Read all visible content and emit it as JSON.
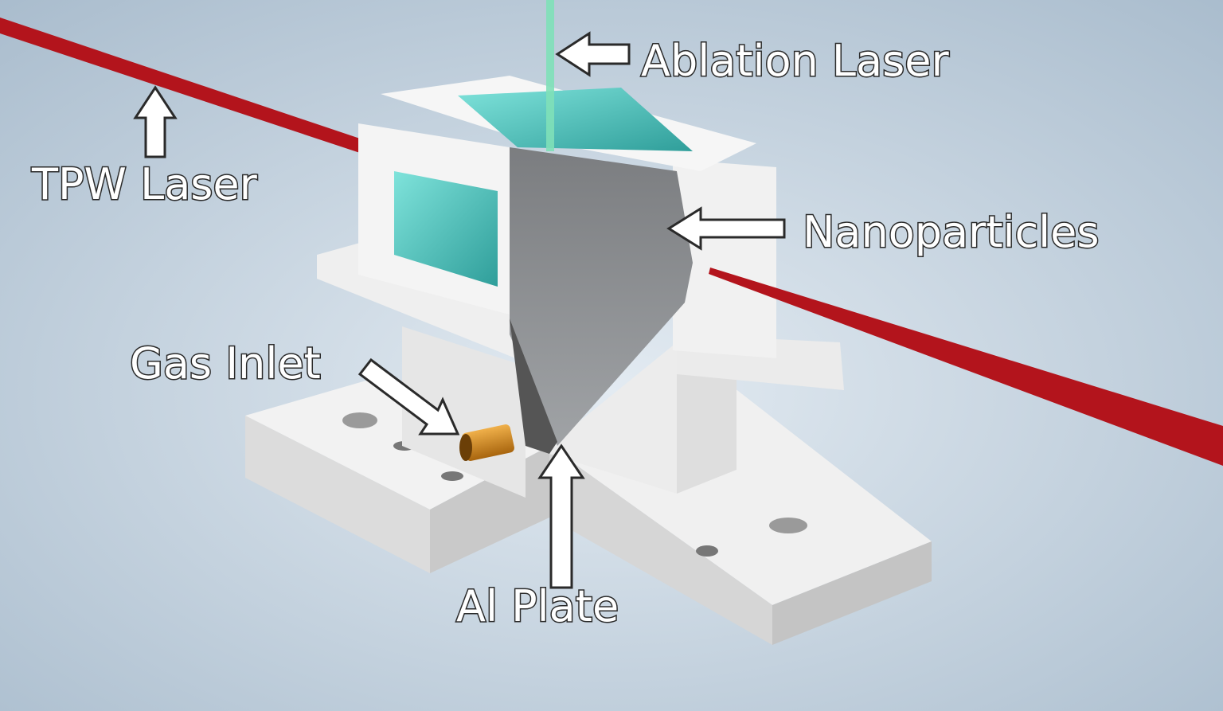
{
  "labels": {
    "ablation_laser": "Ablation Laser",
    "tpw_laser": "TPW Laser",
    "nanoparticles": "Nanoparticles",
    "gas_inlet": "Gas Inlet",
    "al_plate": "Al Plate"
  },
  "colors": {
    "background": "#c4d2df",
    "tpw_laser": "#b3141c",
    "ablation_laser": "#7fe0b8",
    "window_glass": "#4fc4bd",
    "chamber_body": "#eeeeee",
    "gas_inlet_fitting": "#d08a1e"
  }
}
